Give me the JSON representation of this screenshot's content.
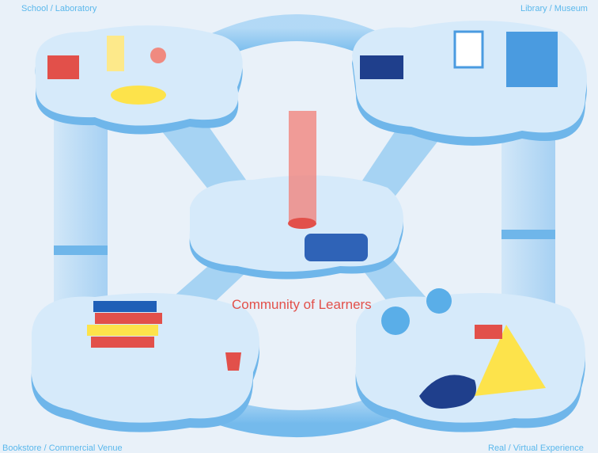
{
  "labels": {
    "top_left": "School / Laboratory",
    "top_right": "Library / Museum",
    "bottom_left": "Bookstore / Commercial Venue",
    "bottom_right": "Real / Virtual Experience"
  },
  "title": "Community of Learners",
  "colors": {
    "background": "#e9f1f9",
    "platform": "#bcdcf5",
    "platform_edge": "#5aa9e6",
    "path": "#8cc6f0",
    "title": "#e2504a",
    "label": "#5bb8ec"
  }
}
